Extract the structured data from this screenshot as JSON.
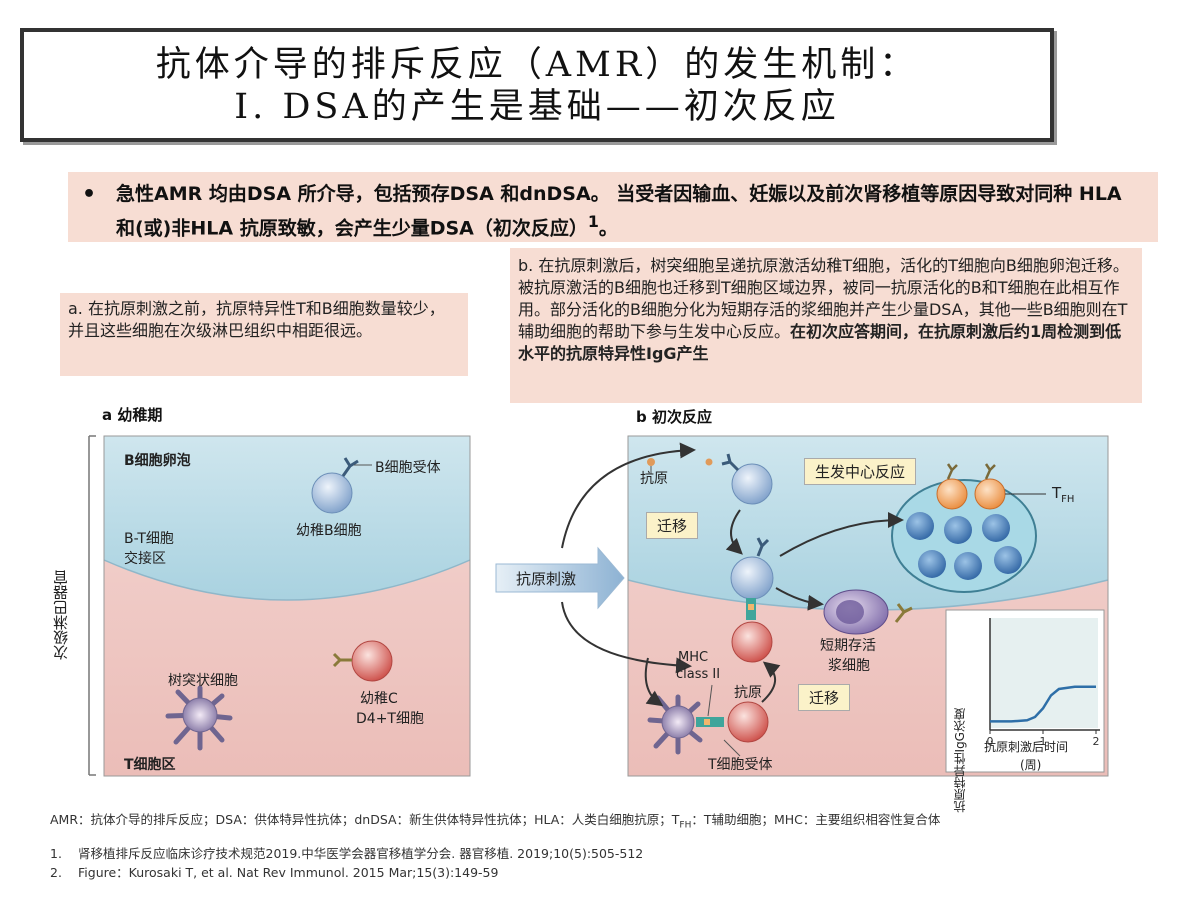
{
  "title": {
    "line1": "抗体介导的排斥反应（AMR）的发生机制：",
    "line2": "I. DSA的产生是基础——初次反应"
  },
  "bullet": {
    "marker": "•",
    "text": "急性AMR 均由DSA 所介导，包括预存DSA 和dnDSA。 当受者因输血、妊娠以及前次肾移植等原因导致对同种 HLA 和(或)非HLA 抗原致敏，会产生少量DSA（初次反应）",
    "sup": "1",
    "end": "。"
  },
  "note_a": "a. 在抗原刺激之前，抗原特异性T和B细胞数量较少，并且这些细胞在次级淋巴组织中相距很远。",
  "note_b": {
    "text": "b. 在抗原刺激后，树突细胞呈递抗原激活幼稚T细胞，活化的T细胞向B细胞卵泡迁移。被抗原激活的B细胞也迁移到T细胞区域边界，被同一抗原活化的B和T细胞在此相互作用。部分活化的B细胞分化为短期存活的浆细胞并产生少量DSA，其他一些B细胞则在T辅助细胞的帮助下参与生发中心反应。",
    "bold": "在初次应答期间，在抗原刺激后约1周检测到低水平的抗原特异性IgG产生"
  },
  "panel_a": {
    "label": "a 幼稚期",
    "b_follicle": "B细胞卵泡",
    "b_receptor": "B细胞受体",
    "naive_b": "幼稚B细胞",
    "bt_zone_1": "B-T细胞",
    "bt_zone_2": "交接区",
    "dendritic": "树突状细胞",
    "naive_t_1": "幼稚C",
    "naive_t_2": "D4+T细胞",
    "t_zone": "T细胞区"
  },
  "side_label": "次级淋巴器官",
  "stimulus": "抗原刺激",
  "panel_b": {
    "label": "b 初次反应",
    "antigen_top": "抗原",
    "migration_1": "迁移",
    "gc_reaction": "生发中心反应",
    "tfh_main": "T",
    "tfh_sub": "FH",
    "plasma_1": "短期存活",
    "plasma_2": "浆细胞",
    "mhc_1": "MHC",
    "mhc_2": "class II",
    "antigen_bottom": "抗原",
    "migration_2": "迁移",
    "tcr": "T细胞受体"
  },
  "chart_data": {
    "type": "line",
    "ylabel": "抗原特异性IgG浓度",
    "xlabel": "抗原刺激后时间（周）",
    "xlabel_1": "抗原刺激后时间",
    "xlabel_2": "(周)",
    "xticks": [
      "0",
      "1",
      "2"
    ],
    "xlim": [
      0,
      2
    ],
    "ylim": [
      0,
      1
    ],
    "grid": false,
    "x": [
      0,
      0.4,
      0.7,
      0.85,
      1.0,
      1.15,
      1.3,
      1.6,
      2.0
    ],
    "y": [
      0.08,
      0.08,
      0.09,
      0.12,
      0.2,
      0.32,
      0.38,
      0.4,
      0.4
    ],
    "line_color": "#2e6fa8"
  },
  "footer": {
    "abbr_1": "AMR：抗体介导的排斥反应；DSA：供体特异性抗体；dnDSA：新生供体特异性抗体；HLA：人类白细胞抗原；T",
    "abbr_sub": "FH",
    "abbr_2": "：T辅助细胞；MHC：主要组织相容性复合体",
    "refs": [
      {
        "num": "1.",
        "text": "肾移植排斥反应临床诊疗技术规范2019.中华医学会器官移植学分会. 器官移植. 2019;10(5):505-512"
      },
      {
        "num": "2.",
        "text": "Figure：Kurosaki T, et al. Nat Rev Immunol. 2015 Mar;15(3):149-59"
      }
    ]
  }
}
